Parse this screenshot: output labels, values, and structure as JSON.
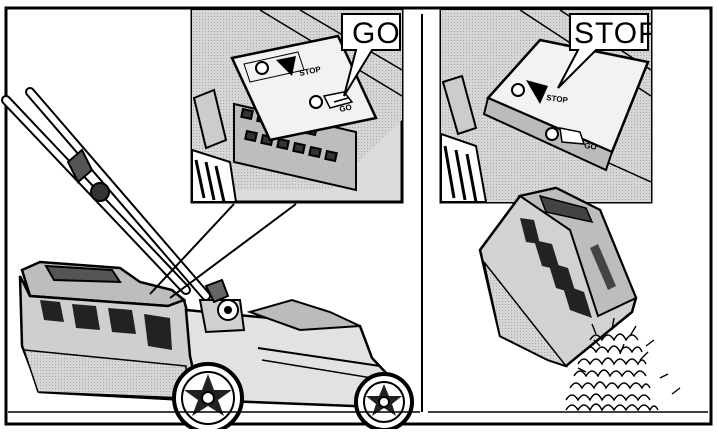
{
  "left_panel": {
    "inset_label": "GO",
    "card_labels": {
      "stop": "STOP",
      "go": "GO"
    }
  },
  "right_panel": {
    "inset_label": "STOP",
    "card_labels": {
      "stop": "STOP",
      "go": "GO"
    }
  },
  "colors": {
    "ink": "#000000",
    "paper": "#ffffff",
    "light_gray": "#d9d9d9",
    "mid_gray": "#b3b3b3",
    "dark_gray": "#6f6f6f"
  },
  "icons": [
    "grass-bag-indicator-icon",
    "mower-icon",
    "grass-clippings-icon"
  ]
}
